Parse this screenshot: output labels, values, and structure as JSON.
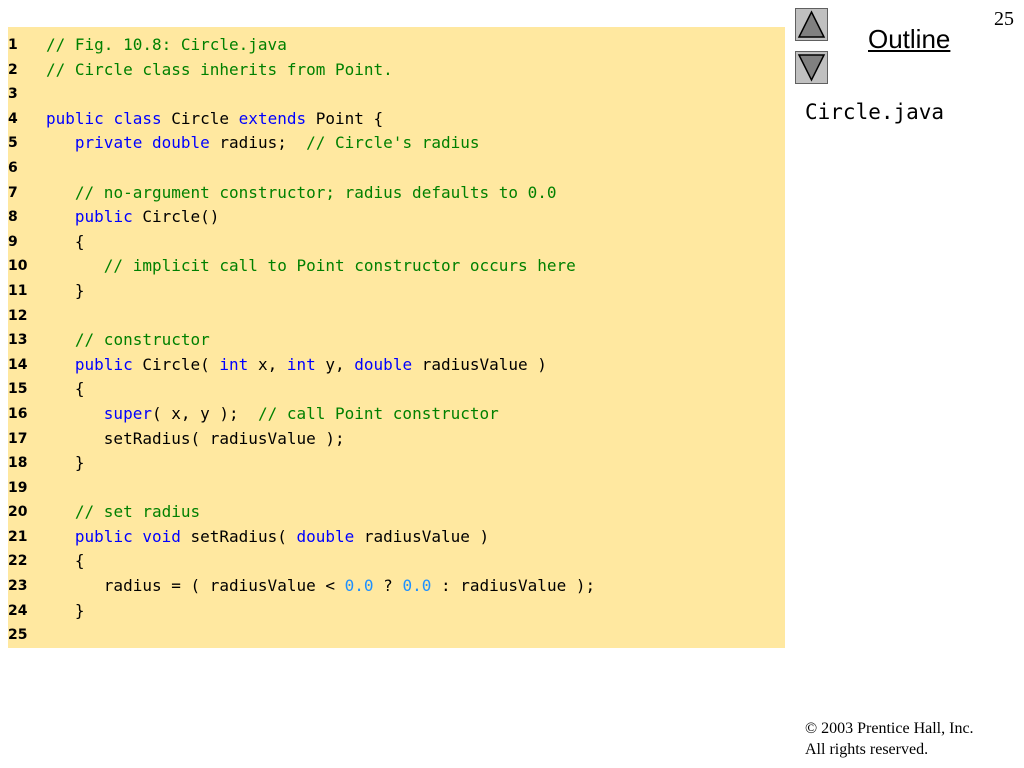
{
  "slide_number": "25",
  "outline_label": "Outline",
  "filename": "Circle.java",
  "copyright": {
    "line1": "© 2003 Prentice Hall, Inc.",
    "line2": "All rights reserved."
  },
  "nav": {
    "up_icon": "triangle-up-icon",
    "down_icon": "triangle-down-icon"
  },
  "colors": {
    "code_background": "#ffe8a0",
    "comment": "#008000",
    "keyword": "#0000ff",
    "number": "#1e90ff"
  },
  "code_lines": [
    {
      "num": "1",
      "tokens": [
        {
          "t": "comment",
          "v": "// Fig. 10.8: Circle.java"
        }
      ]
    },
    {
      "num": "2",
      "tokens": [
        {
          "t": "comment",
          "v": "// Circle class inherits from Point."
        }
      ]
    },
    {
      "num": "3",
      "tokens": []
    },
    {
      "num": "4",
      "tokens": [
        {
          "t": "keyword",
          "v": "public"
        },
        {
          "t": "code",
          "v": " "
        },
        {
          "t": "keyword",
          "v": "class"
        },
        {
          "t": "code",
          "v": " Circle "
        },
        {
          "t": "keyword",
          "v": "extends"
        },
        {
          "t": "code",
          "v": " Point {"
        }
      ]
    },
    {
      "num": "5",
      "tokens": [
        {
          "t": "code",
          "v": "   "
        },
        {
          "t": "keyword",
          "v": "private"
        },
        {
          "t": "code",
          "v": " "
        },
        {
          "t": "keyword",
          "v": "double"
        },
        {
          "t": "code",
          "v": " radius;  "
        },
        {
          "t": "comment",
          "v": "// Circle's radius"
        }
      ]
    },
    {
      "num": "6",
      "tokens": []
    },
    {
      "num": "7",
      "tokens": [
        {
          "t": "code",
          "v": "   "
        },
        {
          "t": "comment",
          "v": "// no-argument constructor; radius defaults to 0.0"
        }
      ]
    },
    {
      "num": "8",
      "tokens": [
        {
          "t": "code",
          "v": "   "
        },
        {
          "t": "keyword",
          "v": "public"
        },
        {
          "t": "code",
          "v": " Circle()"
        }
      ]
    },
    {
      "num": "9",
      "tokens": [
        {
          "t": "code",
          "v": "   {"
        }
      ]
    },
    {
      "num": "10",
      "tokens": [
        {
          "t": "code",
          "v": "      "
        },
        {
          "t": "comment",
          "v": "// implicit call to Point constructor occurs here"
        }
      ]
    },
    {
      "num": "11",
      "tokens": [
        {
          "t": "code",
          "v": "   }"
        }
      ]
    },
    {
      "num": "12",
      "tokens": []
    },
    {
      "num": "13",
      "tokens": [
        {
          "t": "code",
          "v": "   "
        },
        {
          "t": "comment",
          "v": "// constructor"
        }
      ]
    },
    {
      "num": "14",
      "tokens": [
        {
          "t": "code",
          "v": "   "
        },
        {
          "t": "keyword",
          "v": "public"
        },
        {
          "t": "code",
          "v": " Circle( "
        },
        {
          "t": "keyword",
          "v": "int"
        },
        {
          "t": "code",
          "v": " x, "
        },
        {
          "t": "keyword",
          "v": "int"
        },
        {
          "t": "code",
          "v": " y, "
        },
        {
          "t": "keyword",
          "v": "double"
        },
        {
          "t": "code",
          "v": " radiusValue )"
        }
      ]
    },
    {
      "num": "15",
      "tokens": [
        {
          "t": "code",
          "v": "   {"
        }
      ]
    },
    {
      "num": "16",
      "tokens": [
        {
          "t": "code",
          "v": "      "
        },
        {
          "t": "keyword",
          "v": "super"
        },
        {
          "t": "code",
          "v": "( x, y );  "
        },
        {
          "t": "comment",
          "v": "// call Point constructor"
        }
      ]
    },
    {
      "num": "17",
      "tokens": [
        {
          "t": "code",
          "v": "      setRadius( radiusValue );"
        }
      ]
    },
    {
      "num": "18",
      "tokens": [
        {
          "t": "code",
          "v": "   }"
        }
      ]
    },
    {
      "num": "19",
      "tokens": []
    },
    {
      "num": "20",
      "tokens": [
        {
          "t": "code",
          "v": "   "
        },
        {
          "t": "comment",
          "v": "// set radius"
        }
      ]
    },
    {
      "num": "21",
      "tokens": [
        {
          "t": "code",
          "v": "   "
        },
        {
          "t": "keyword",
          "v": "public"
        },
        {
          "t": "code",
          "v": " "
        },
        {
          "t": "keyword",
          "v": "void"
        },
        {
          "t": "code",
          "v": " setRadius( "
        },
        {
          "t": "keyword",
          "v": "double"
        },
        {
          "t": "code",
          "v": " radiusValue )"
        }
      ]
    },
    {
      "num": "22",
      "tokens": [
        {
          "t": "code",
          "v": "   {"
        }
      ]
    },
    {
      "num": "23",
      "tokens": [
        {
          "t": "code",
          "v": "      radius = ( radiusValue < "
        },
        {
          "t": "number",
          "v": "0.0"
        },
        {
          "t": "code",
          "v": " ? "
        },
        {
          "t": "number",
          "v": "0.0"
        },
        {
          "t": "code",
          "v": " : radiusValue );"
        }
      ]
    },
    {
      "num": "24",
      "tokens": [
        {
          "t": "code",
          "v": "   }"
        }
      ]
    },
    {
      "num": "25",
      "tokens": []
    }
  ]
}
